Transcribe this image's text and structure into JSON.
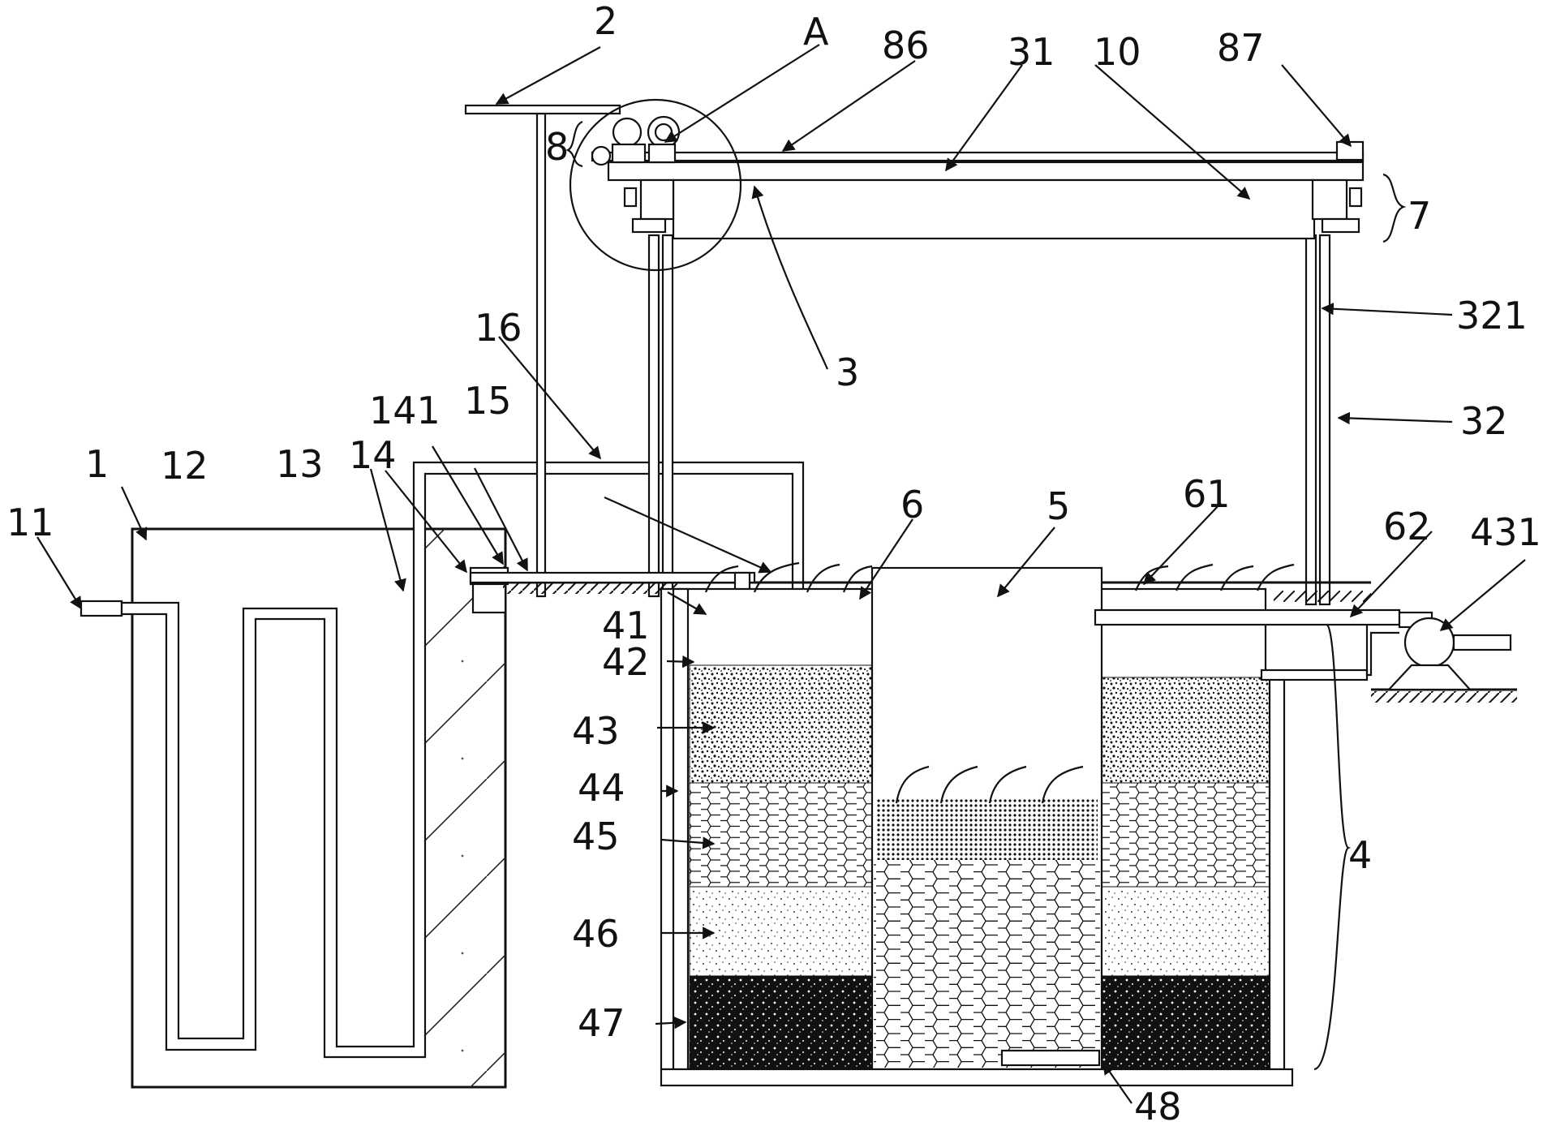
{
  "labels": {
    "l1": "1",
    "l2": "2",
    "l3": "3",
    "l4": "4",
    "l5": "5",
    "l6": "6",
    "l7": "7",
    "l8": "8",
    "l10": "10",
    "l11": "11",
    "l12": "12",
    "l13": "13",
    "l14": "14",
    "l141": "141",
    "l15": "15",
    "l16": "16",
    "l31": "31",
    "l32": "32",
    "l321": "321",
    "l41": "41",
    "l42": "42",
    "l43": "43",
    "l44": "44",
    "l45": "45",
    "l46": "46",
    "l47": "47",
    "l48": "48",
    "l61": "61",
    "l62": "62",
    "l86": "86",
    "l87": "87",
    "l431": "431",
    "lA": "A"
  }
}
